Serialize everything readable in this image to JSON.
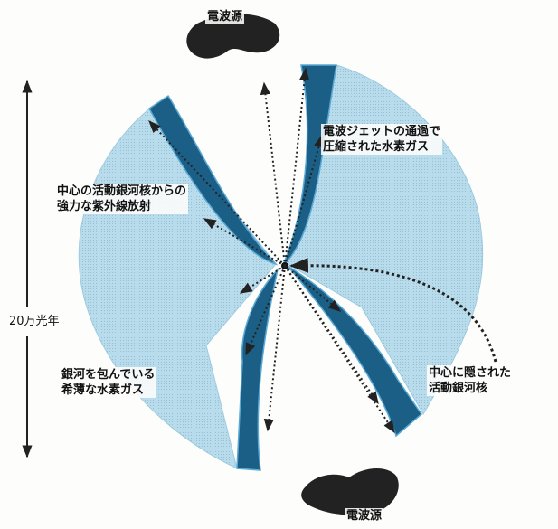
{
  "labels": {
    "radio_source_top": "電波源",
    "radio_source_bottom": "電波源",
    "jet_compressed_gas": [
      "電波ジェットの通過で",
      "圧縮された水素ガス"
    ],
    "uv_radiation": [
      "中心の活動銀河核からの",
      "強力な紫外線放射"
    ],
    "diffuse_gas": [
      "銀河を包んでいる",
      "希薄な水素ガス"
    ],
    "hidden_nucleus": [
      "中心に隠された",
      "活動銀河核"
    ],
    "scale": "20万光年"
  },
  "colors": {
    "halo": "#b9dcec",
    "band": "#1b5f86",
    "band_edge": "#5aa9d4",
    "blob": "#222222",
    "arrow": "#222222"
  }
}
